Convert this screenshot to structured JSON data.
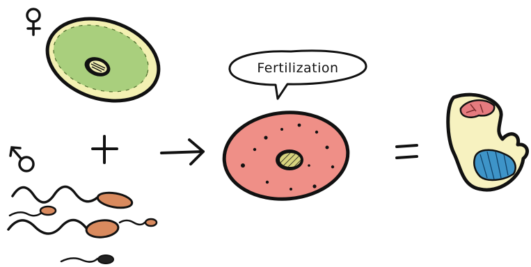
{
  "speech_bubble": {
    "text": "Fertilization"
  },
  "symbols": {
    "female": "female-symbol",
    "male": "male-symbol",
    "plus": "plus-sign",
    "arrow": "right-arrow",
    "equals": "equals-sign"
  },
  "colors": {
    "egg_cytoplasm": "#a9cf7d",
    "egg_membrane": "#f3f0b2",
    "zygote_cytoplasm": "#ef8f87",
    "sperm_head": "#d98a5e",
    "embryo_body": "#f7f2c0",
    "embryo_pink_region": "#e57b7f",
    "embryo_blue_region": "#3e94c8",
    "outline": "#111111"
  }
}
